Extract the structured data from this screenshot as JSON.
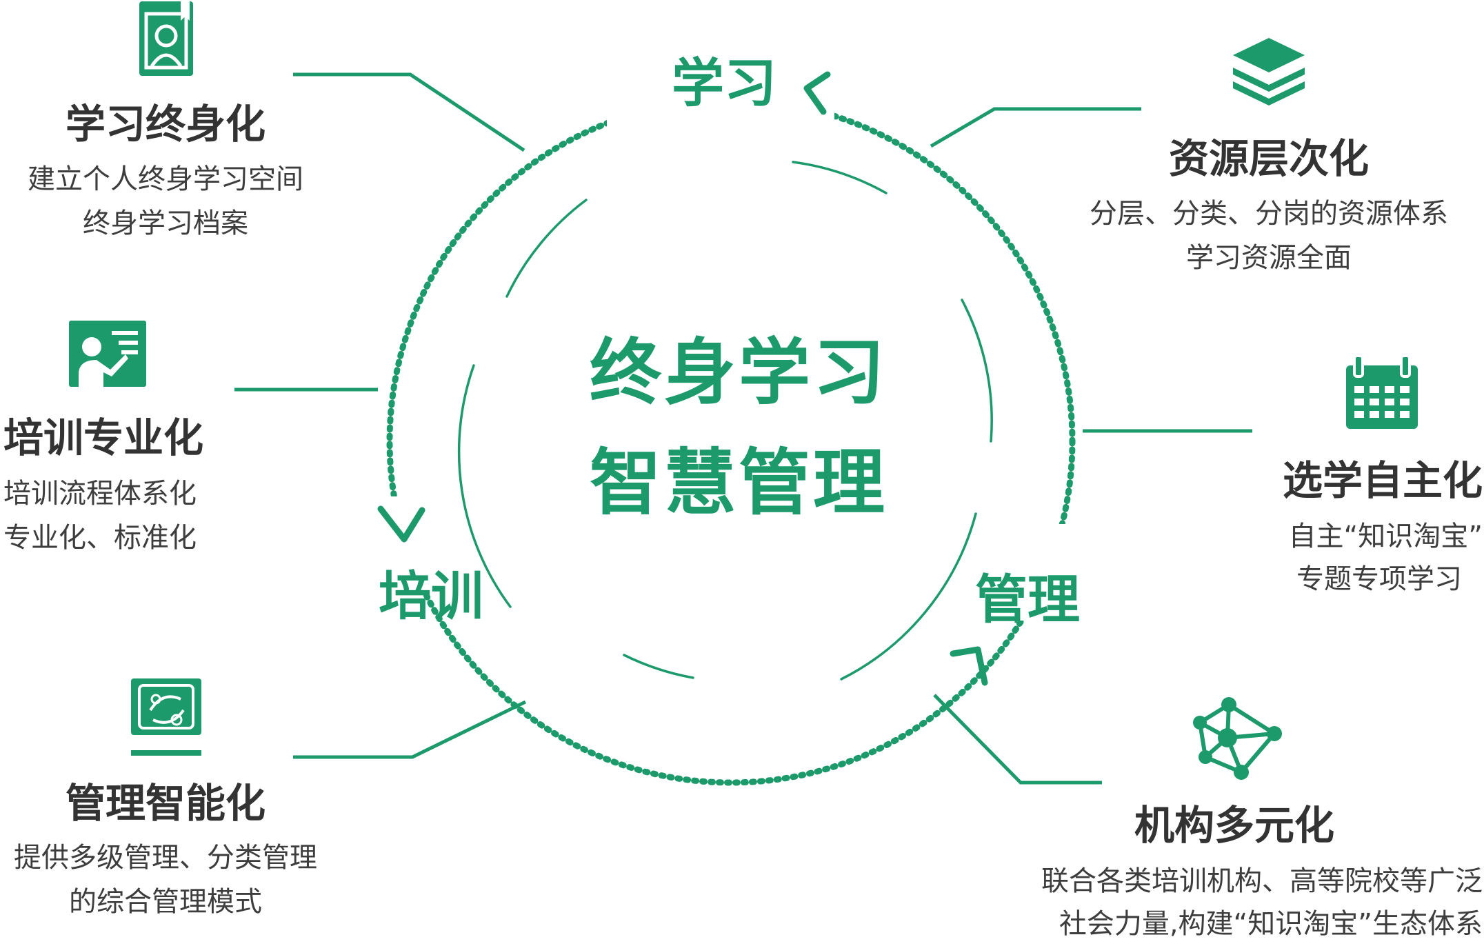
{
  "theme": {
    "accent": "#1d9a6c",
    "text": "#333333"
  },
  "center": {
    "line1": "终身学习",
    "line2": "智慧管理"
  },
  "cycle": {
    "learn": "学习",
    "train": "培训",
    "manage": "管理"
  },
  "cards": [
    {
      "id": "lifelong",
      "icon": "bookmark-user-icon",
      "title": "学习终身化",
      "lines": [
        "建立个人终身学习空间",
        "终身学习档案"
      ]
    },
    {
      "id": "training",
      "icon": "presentation-board-icon",
      "title": "培训专业化",
      "lines": [
        "培训流程体系化",
        "专业化、标准化"
      ]
    },
    {
      "id": "management",
      "icon": "monitor-cycle-icon",
      "title": "管理智能化",
      "lines": [
        "提供多级管理、分类管理",
        "的综合管理模式"
      ]
    },
    {
      "id": "resources",
      "icon": "layers-stack-icon",
      "title": "资源层次化",
      "lines": [
        "分层、分类、分岗的资源体系",
        "学习资源全面"
      ]
    },
    {
      "id": "selection",
      "icon": "calendar-icon",
      "title": "选学自主化",
      "lines": [
        "自主“知识淘宝”",
        "专题专项学习"
      ]
    },
    {
      "id": "institutions",
      "icon": "network-nodes-icon",
      "title": "机构多元化",
      "lines": [
        "联合各类培训机构、高等院校等广泛",
        "社会力量,构建“知识淘宝”生态体系"
      ]
    }
  ]
}
